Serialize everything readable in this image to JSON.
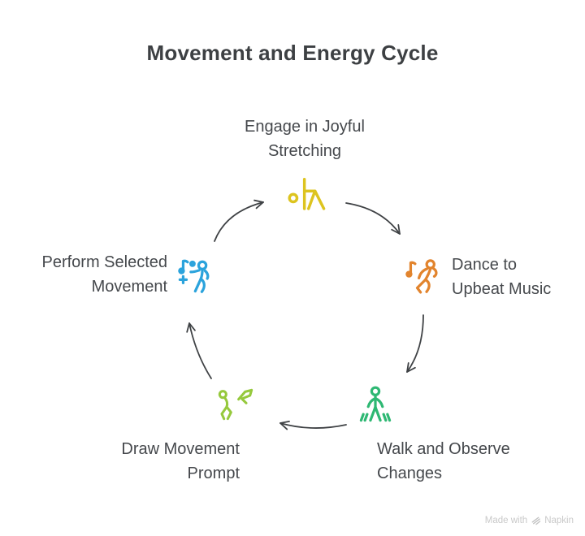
{
  "title": "Movement and Energy Cycle",
  "nodes": [
    {
      "id": "stretch",
      "label": "Engage in Joyful Stretching",
      "label_lines": [
        "Engage in Joyful",
        "Stretching"
      ],
      "icon": "stretching-person-icon",
      "color": "#ddc41f"
    },
    {
      "id": "dance",
      "label": "Dance to Upbeat Music",
      "label_lines": [
        "Dance to",
        "Upbeat Music"
      ],
      "icon": "dancing-person-icon",
      "color": "#e2842d"
    },
    {
      "id": "walk",
      "label": "Walk and Observe Changes",
      "label_lines": [
        "Walk and Observe",
        "Changes"
      ],
      "icon": "walking-person-icon",
      "color": "#2eb873"
    },
    {
      "id": "draw",
      "label": "Draw Movement Prompt",
      "label_lines": [
        "Draw Movement",
        "Prompt"
      ],
      "icon": "drawing-person-icon",
      "color": "#96c93d"
    },
    {
      "id": "perform",
      "label": "Perform Selected Movement",
      "label_lines": [
        "Perform Selected",
        "Movement"
      ],
      "icon": "performing-person-icon",
      "color": "#2ba3dc"
    }
  ],
  "colors": {
    "background": "#ffffff",
    "title_text": "#3d4043",
    "label_text": "#45484c",
    "arrow": "#3f4245",
    "footer_text": "#c9c9c9"
  },
  "footer": {
    "made_with": "Made with",
    "brand": "Napkin"
  }
}
